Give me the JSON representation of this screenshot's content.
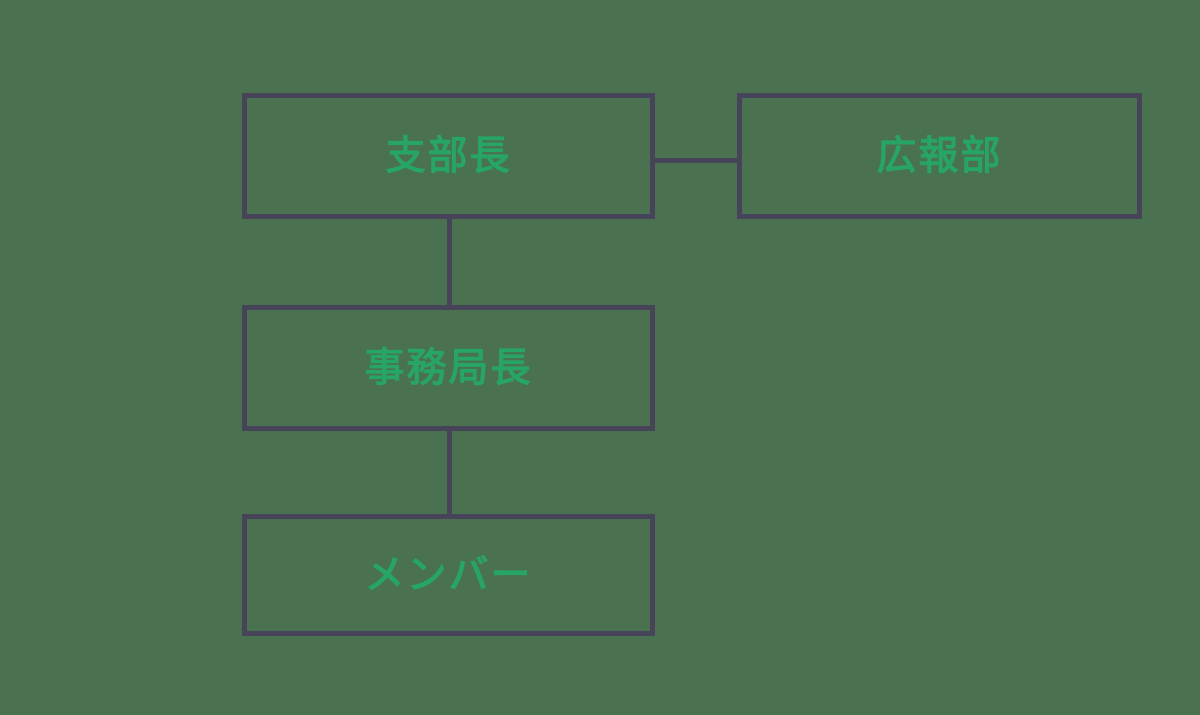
{
  "diagram": {
    "type": "org-chart",
    "nodes": [
      {
        "id": "branch-head",
        "label": "支部長"
      },
      {
        "id": "pr-department",
        "label": "広報部"
      },
      {
        "id": "secretariat-head",
        "label": "事務局長"
      },
      {
        "id": "members",
        "label": "メンバー"
      }
    ],
    "edges": [
      {
        "from": "branch-head",
        "to": "pr-department",
        "direction": "horizontal"
      },
      {
        "from": "branch-head",
        "to": "secretariat-head",
        "direction": "vertical"
      },
      {
        "from": "secretariat-head",
        "to": "members",
        "direction": "vertical"
      }
    ]
  },
  "colors": {
    "background": "#4A7150",
    "box_border": "#474459",
    "label_text": "#27A566"
  }
}
